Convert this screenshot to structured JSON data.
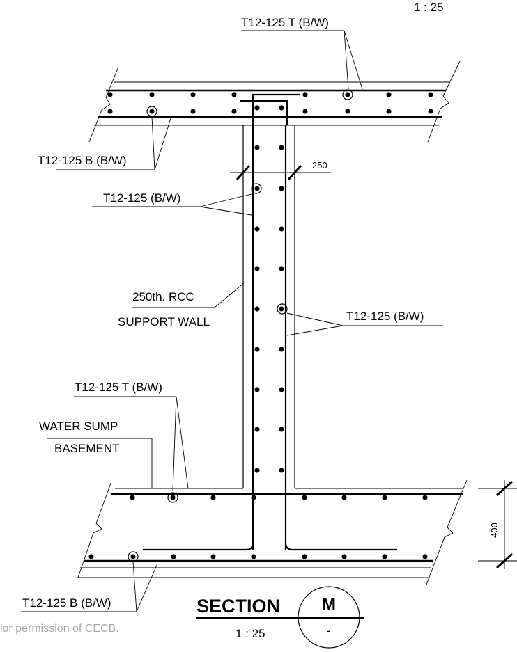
{
  "labels": {
    "scale_top": "1 : 25",
    "top_slab_top": "T12-125 T (B/W)",
    "top_slab_bottom": "T12-125 B (B/W)",
    "wall_left": "T12-125 (B/W)",
    "wall_thickness_dim": "250",
    "wall_desc_line1": "250th. RCC",
    "wall_desc_line2": "SUPPORT WALL",
    "wall_right": "T12-125 (B/W)",
    "base_slab_top": "T12-125 T (B/W)",
    "sump_line1": "WATER SUMP",
    "sump_line2": "BASEMENT",
    "base_thickness_dim": "400",
    "base_slab_bottom": "T12-125 B (B/W)"
  },
  "title_block": {
    "title": "SECTION",
    "scale": "1 : 25",
    "ref_letter": "M",
    "ref_sheet": "-"
  },
  "footer_note": "lor permission of CECB."
}
